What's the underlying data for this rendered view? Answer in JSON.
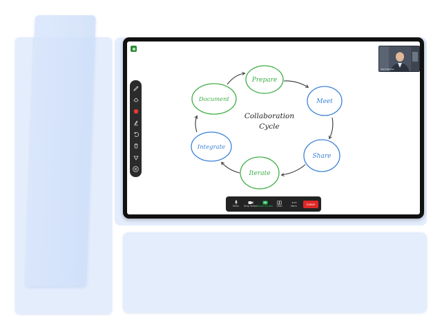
{
  "whiteboard": {
    "title_line1": "Collaboration",
    "title_line2": "Cycle",
    "nodes": [
      {
        "label": "Prepare",
        "color": "#3fae46"
      },
      {
        "label": "Meet",
        "color": "#3b82d6"
      },
      {
        "label": "Share",
        "color": "#3b82d6"
      },
      {
        "label": "Iterate",
        "color": "#3fae46"
      },
      {
        "label": "Integrate",
        "color": "#3b82d6"
      },
      {
        "label": "Document",
        "color": "#3fae46"
      }
    ]
  },
  "video": {
    "participant_name": "Alex Fishman"
  },
  "annotation_tools": [
    {
      "name": "pen",
      "icon": "pen-icon"
    },
    {
      "name": "eraser",
      "icon": "eraser-icon"
    },
    {
      "name": "color",
      "icon": "color-dot-icon",
      "color": "#e53935"
    },
    {
      "name": "format",
      "icon": "format-icon"
    },
    {
      "name": "undo",
      "icon": "undo-icon"
    },
    {
      "name": "delete",
      "icon": "trash-icon"
    },
    {
      "name": "select",
      "icon": "select-icon"
    },
    {
      "name": "close",
      "icon": "close-icon"
    }
  ],
  "meeting_bar": {
    "mute": "Mute",
    "video": "Stop Video",
    "share": "Share Screen",
    "participants": "View",
    "more": "More",
    "leave": "Leave"
  },
  "colors": {
    "green": "#3fae46",
    "blue": "#3b82d6",
    "leave": "#e02828",
    "panel": "#e4edfc"
  }
}
